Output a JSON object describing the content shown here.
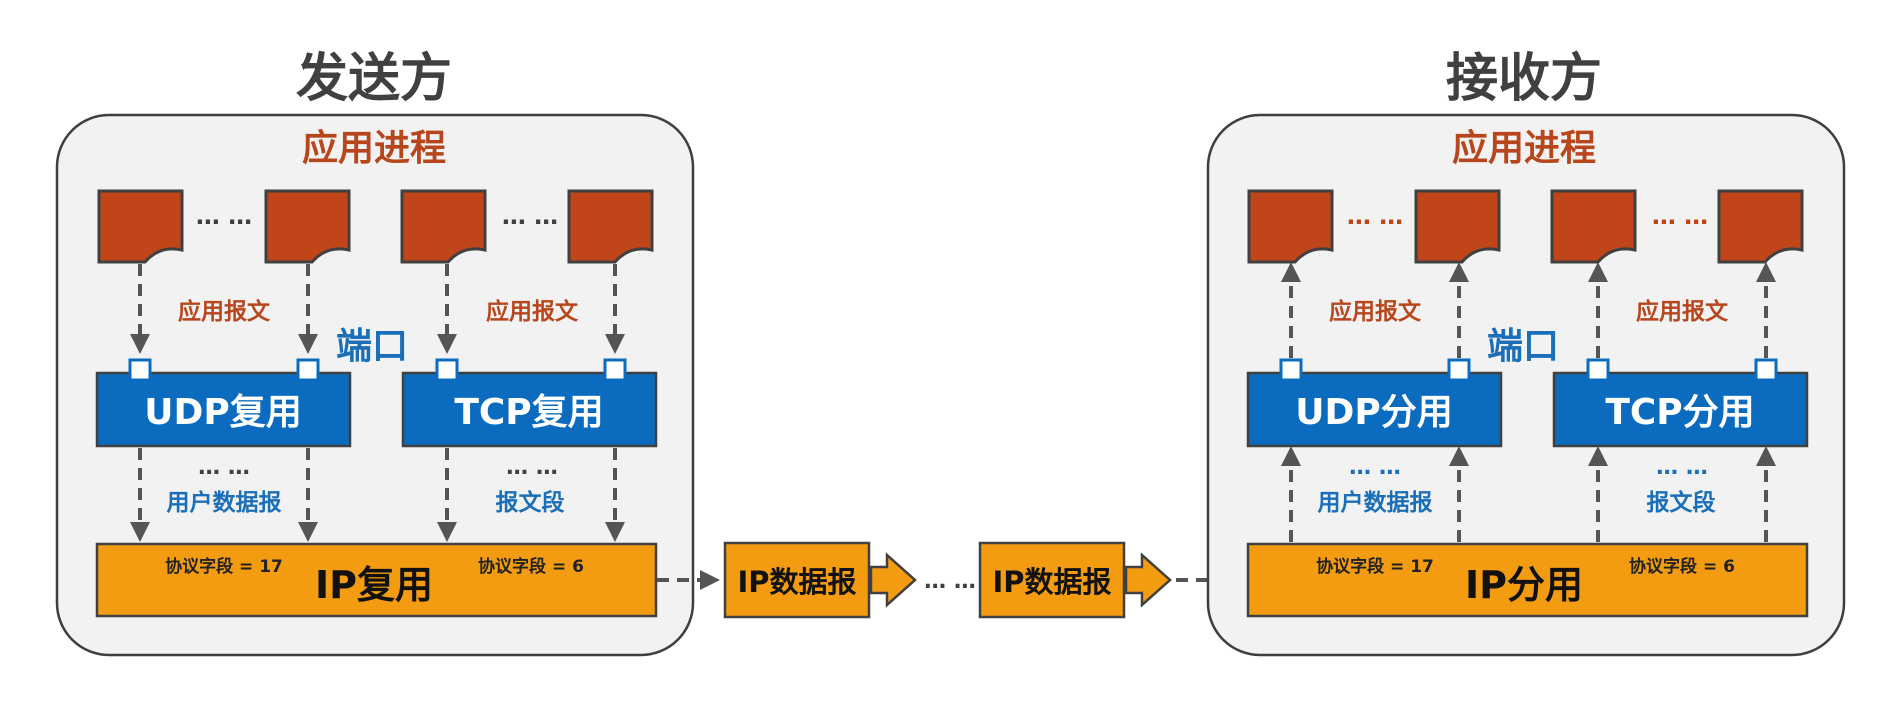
{
  "sender": {
    "title": "发送方",
    "process_label": "应用进程",
    "app_message_left": "应用报文",
    "app_message_right": "应用报文",
    "port_label": "端口",
    "udp_box": "UDP复用",
    "tcp_box": "TCP复用",
    "dots_top_left": "… …",
    "dots_top_right": "… …",
    "dots_mid_left": "… …",
    "dots_mid_right": "… …",
    "udp_datagram": "用户数据报",
    "tcp_segment": "报文段",
    "ip_box": "IP复用",
    "protocol_udp": "协议字段 = 17",
    "protocol_tcp": "协议字段 = 6"
  },
  "receiver": {
    "title": "接收方",
    "process_label": "应用进程",
    "app_message_left": "应用报文",
    "app_message_right": "应用报文",
    "port_label": "端口",
    "udp_box": "UDP分用",
    "tcp_box": "TCP分用",
    "dots_top_left": "… …",
    "dots_top_right": "… …",
    "dots_mid_left": "… …",
    "dots_mid_right": "… …",
    "udp_datagram": "用户数据报",
    "tcp_segment": "报文段",
    "ip_box": "IP分用",
    "protocol_udp": "协议字段 = 17",
    "protocol_tcp": "协议字段 = 6"
  },
  "transit": {
    "packet_1": "IP数据报",
    "packet_2": "IP数据报",
    "dots": "… …"
  },
  "colors": {
    "panel_bg": "#f2f2f2",
    "panel_border": "#3f3f3f",
    "process_orange": "#c0461a",
    "transport_blue": "#0b6cbf",
    "ip_orange": "#f39c12",
    "label_brown": "#b8461c",
    "label_blue": "#1a6fb8",
    "arrow_gray": "#555555"
  }
}
